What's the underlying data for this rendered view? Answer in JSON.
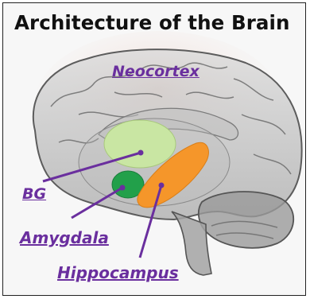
{
  "title": "Architecture of the Brain",
  "labels": {
    "neocortex": "Neocortex",
    "bg": "BG",
    "amygdala": "Amygdala",
    "hippocampus": "Hippocampus"
  },
  "colors": {
    "label": "#6a2f9e",
    "bg_region": "#c9e6a3",
    "amygdala_region": "#22a04a",
    "hippocampus_region": "#f5962a",
    "brain_outline": "#6e6e6e"
  }
}
